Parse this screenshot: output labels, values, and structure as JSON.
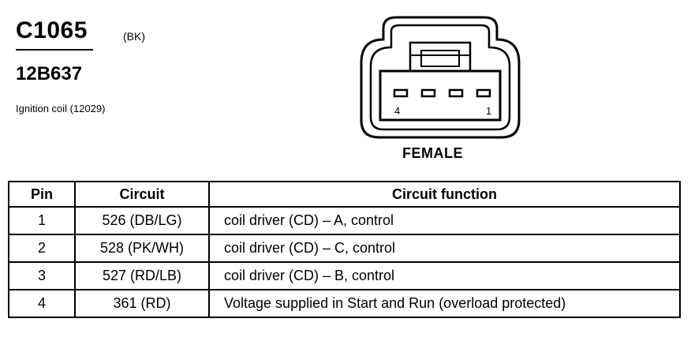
{
  "connector": {
    "id": "C1065",
    "color_code": "(BK)",
    "part_number": "12B637",
    "description": "Ignition coil (12029)",
    "view": "FEMALE",
    "pin_labels": {
      "left": "4",
      "right": "1"
    }
  },
  "table": {
    "headers": {
      "pin": "Pin",
      "circuit": "Circuit",
      "function": "Circuit function"
    },
    "rows": [
      {
        "pin": "1",
        "circuit": "526 (DB/LG)",
        "function": "coil driver (CD) – A, control"
      },
      {
        "pin": "2",
        "circuit": "528 (PK/WH)",
        "function": "coil driver (CD) – C, control"
      },
      {
        "pin": "3",
        "circuit": "527 (RD/LB)",
        "function": "coil driver (CD) – B, control"
      },
      {
        "pin": "4",
        "circuit": "361 (RD)",
        "function": "Voltage supplied in Start and Run (overload protected)"
      }
    ]
  }
}
